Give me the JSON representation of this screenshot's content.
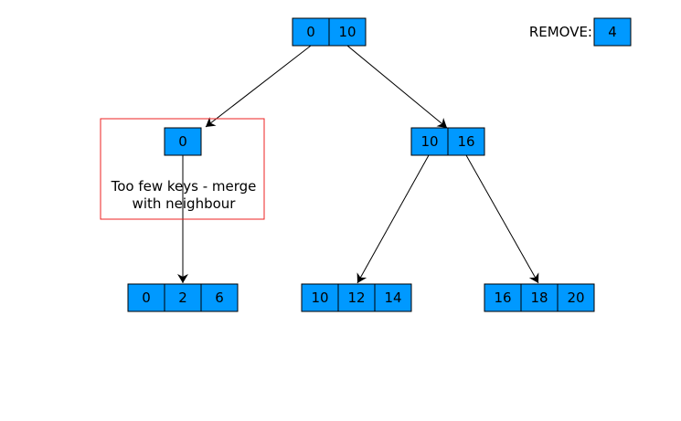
{
  "operation": {
    "label": "REMOVE:",
    "key": "4"
  },
  "nodes": {
    "root": {
      "keys": [
        "0",
        "10"
      ]
    },
    "left_internal": {
      "keys": [
        "0"
      ]
    },
    "right_internal": {
      "keys": [
        "10",
        "16"
      ]
    },
    "leaf_left": {
      "keys": [
        "0",
        "2",
        "6"
      ]
    },
    "leaf_middle": {
      "keys": [
        "10",
        "12",
        "14"
      ]
    },
    "leaf_right": {
      "keys": [
        "16",
        "18",
        "20"
      ]
    }
  },
  "edges": [
    {
      "from": "root",
      "to": "left_internal"
    },
    {
      "from": "root",
      "to": "right_internal"
    },
    {
      "from": "left_internal",
      "to": "leaf_left"
    },
    {
      "from": "right_internal",
      "to": "leaf_middle"
    },
    {
      "from": "right_internal",
      "to": "leaf_right"
    }
  ],
  "annotation": {
    "lines": [
      "Too few keys - merge",
      "with neighbour"
    ],
    "highlight_node": "left_internal"
  },
  "colors": {
    "key_fill": "#0099ff",
    "highlight_border": "#ee2222",
    "edge": "#000000"
  }
}
